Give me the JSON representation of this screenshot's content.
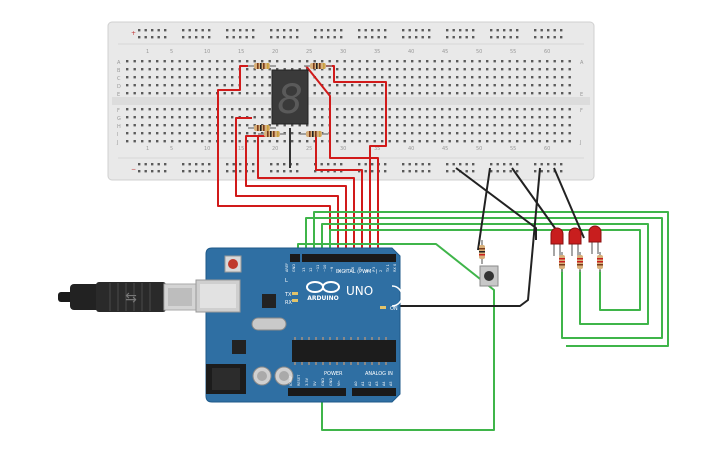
{
  "breadboard": {
    "row_letters_top": [
      "A",
      "B",
      "C",
      "D",
      "E"
    ],
    "row_letters_bottom": [
      "F",
      "G",
      "H",
      "I",
      "J"
    ],
    "column_numbers": [
      "1",
      "5",
      "10",
      "15",
      "20",
      "25",
      "30",
      "35",
      "40",
      "45",
      "50",
      "55",
      "60"
    ],
    "rail_plus": "+",
    "rail_minus": "−"
  },
  "seven_segment": {
    "digit": "8"
  },
  "arduino": {
    "logo_text": "ARDUINO",
    "model": "UNO",
    "digital_label": "DIGITAL (PWM~)",
    "power_label": "POWER",
    "analog_label": "ANALOG IN",
    "tx_label": "TX",
    "rx_label": "RX",
    "l_label": "L",
    "on_label": "ON",
    "aref_label": "AREF",
    "gnd_label": "GND",
    "digital_pins": [
      "13",
      "12",
      "~11",
      "~10",
      "~9",
      "8",
      "7",
      "~6",
      "~5",
      "4",
      "~3",
      "2",
      "TX 1",
      "RX 0"
    ],
    "power_pins": [
      "IOREF",
      "RESET",
      "3.3V",
      "5V",
      "GND",
      "GND",
      "Vin"
    ],
    "analog_pins": [
      "A0",
      "A1",
      "A2",
      "A3",
      "A4",
      "A5"
    ]
  },
  "colors": {
    "breadboard": "#e9e9e9",
    "board": "#2f6fa3",
    "wire_red": "#d11a1a",
    "wire_green": "#3fb54a",
    "wire_black": "#222222",
    "led_red": "#c81e1e"
  }
}
